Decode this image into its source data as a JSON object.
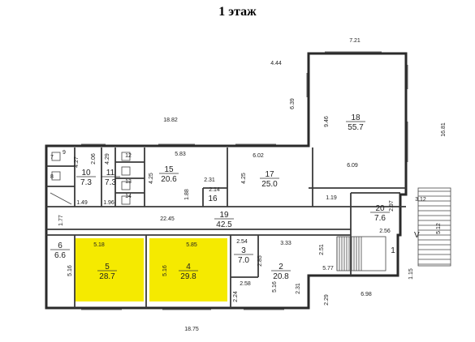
{
  "title": "1 этаж",
  "colors": {
    "highlight": "#f5ea00",
    "wall": "#2a2a2a",
    "line": "#555555"
  },
  "rooms": [
    {
      "id": "r18",
      "number": "18",
      "area": "55.7"
    },
    {
      "id": "r15",
      "number": "15",
      "area": "20.6"
    },
    {
      "id": "r17",
      "number": "17",
      "area": "25.0"
    },
    {
      "id": "r16",
      "number": "16",
      "area": ""
    },
    {
      "id": "r10",
      "number": "10",
      "area": "7.3"
    },
    {
      "id": "r11",
      "number": "11",
      "area": "7.3"
    },
    {
      "id": "r19",
      "number": "19",
      "area": "42.5"
    },
    {
      "id": "r20",
      "number": "20",
      "area": "7.6"
    },
    {
      "id": "r6",
      "number": "6",
      "area": "6.6"
    },
    {
      "id": "r5",
      "number": "5",
      "area": "28.7"
    },
    {
      "id": "r4",
      "number": "4",
      "area": "29.8"
    },
    {
      "id": "r3",
      "number": "3",
      "area": "7.0"
    },
    {
      "id": "r2",
      "number": "2",
      "area": "20.8"
    },
    {
      "id": "r1",
      "number": "1",
      "area": ""
    },
    {
      "id": "r9",
      "number": "9",
      "area": ""
    },
    {
      "id": "r7",
      "number": "7",
      "area": ""
    },
    {
      "id": "r8",
      "number": "8",
      "area": ""
    },
    {
      "id": "r12",
      "number": "12",
      "area": ""
    },
    {
      "id": "r13",
      "number": "13",
      "area": ""
    },
    {
      "id": "r14",
      "number": "14",
      "area": ""
    }
  ],
  "dims": [
    "7.21",
    "4.44",
    "6.39",
    "9.46",
    "16.81",
    "18.82",
    "5.83",
    "6.02",
    "6.09",
    "4.27",
    "2.06",
    "4.29",
    "4.25",
    "2.31",
    "2.14",
    "1.88",
    "4.25",
    "1.19",
    "2.97",
    "3.12",
    "1.49",
    "1.96",
    "22.45",
    "1.77",
    "2.56",
    "5.12",
    "5.18",
    "5.85",
    "2.54",
    "3.33",
    "5.16",
    "5.16",
    "2.51",
    "5.77",
    "1.15",
    "2.85",
    "2.58",
    "5.16",
    "2.24",
    "2.31",
    "2.29",
    "6.98",
    "18.75"
  ],
  "entrance_label": "V"
}
